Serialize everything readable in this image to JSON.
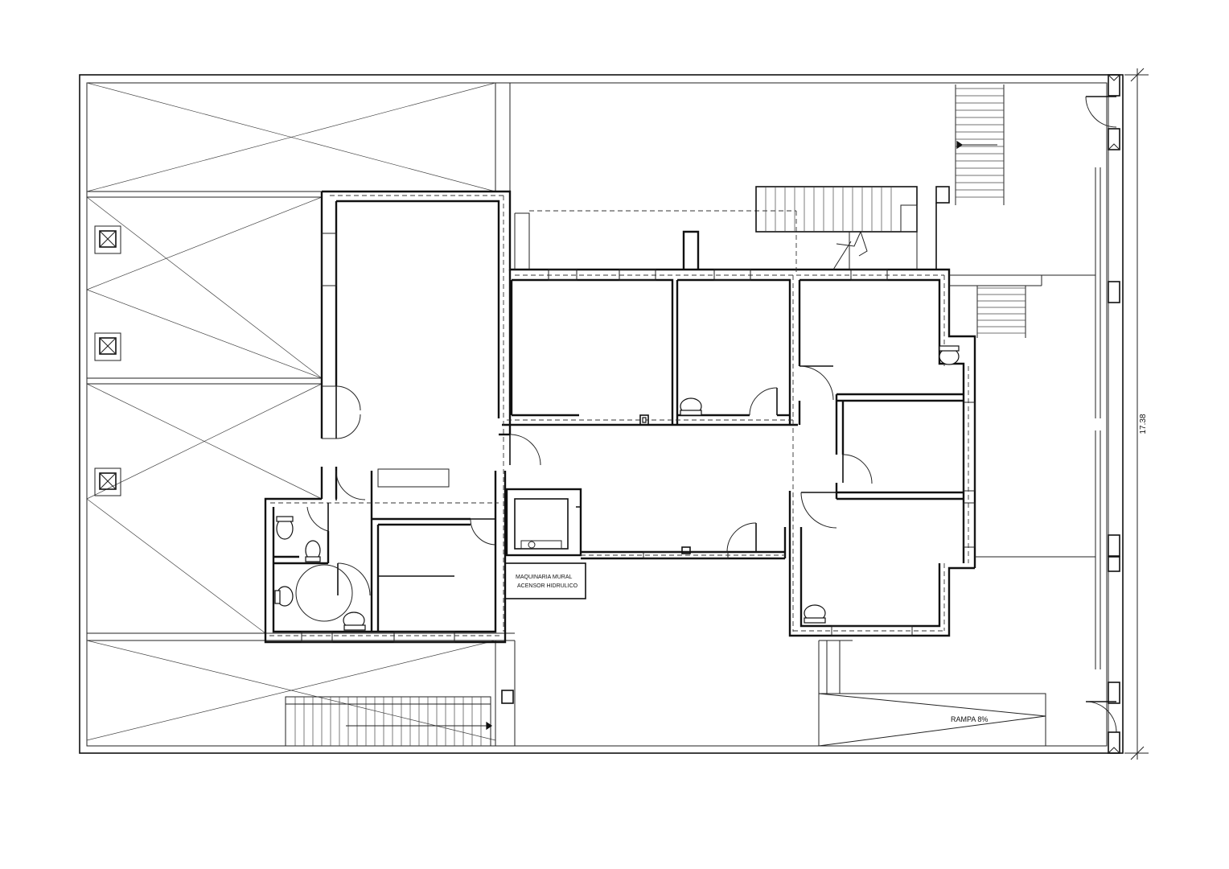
{
  "labels": {
    "machinery_line1": "MAQUINARIA MURAL",
    "machinery_line2": "ACENSOR HIDRULICO",
    "ramp": "RAMPA 8%",
    "dimension": "17.38"
  }
}
